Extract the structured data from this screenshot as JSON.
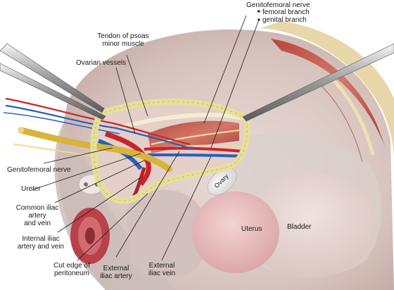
{
  "labels": {
    "genitofemoral_nerve_top": "Genitofemoral nerve",
    "femoral_branch": "femoral branch",
    "genital_branch": "genital branch",
    "tendon_psoas": [
      "Tendon of psoas",
      "minor muscle"
    ],
    "ovarian_vessels": "Ovarian vessels",
    "genitofemoral_nerve_left": "Genitofemoral nerve",
    "ureter": "Ureter",
    "common_iliac": [
      "Common iliac",
      "artery",
      "and vein"
    ],
    "internal_iliac": [
      "Internal iliac",
      "artery and vein"
    ],
    "cut_edge": [
      "Cut edge of",
      "peritoneum"
    ],
    "external_iliac_artery": [
      "External",
      "iliac artery"
    ],
    "external_iliac_vein": [
      "External",
      "iliac vein"
    ],
    "ovary": "Ovary",
    "uterus": "Uterus",
    "bladder": "Bladder"
  },
  "colors": {
    "artery": "#c8242c",
    "vein": "#2b5fb8",
    "ureter": "#e3c24a",
    "nerve": "#f2d98a",
    "peritoneum_edge": "#e6df9a",
    "tissue": "#d9c8c4",
    "muscle": "#c0564a"
  }
}
